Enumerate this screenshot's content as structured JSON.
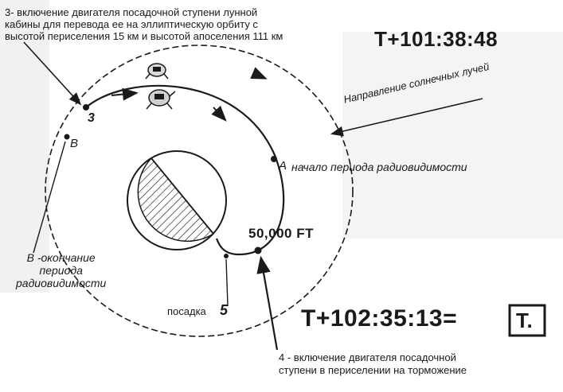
{
  "labels": {
    "event_3": "3- включение двигателя посадочной ступени лунной кабины для перевода ее на эллиптическую орбиту с высотой периселения 15 км и высотой апоселения 111 км",
    "event_3_lines": [
      "3- включение двигателя посадочной ступени лунной",
      "кабины для перевода ее на эллиптическую орбиту с",
      "высотой периселения 15 км и высотой апоселения 111 км"
    ],
    "time_top": "T+101:38:48",
    "sun_direction": "Направление солнечных лучей",
    "point_a": "A",
    "point_a_text": "начало периода радиовидимости",
    "point_b": "B",
    "point_b_text_lines": [
      "B -окончание",
      "периода",
      "радиовидимости"
    ],
    "point_3": "3",
    "point_5": "5",
    "altitude": "50,000 FT",
    "landing": "посадка",
    "time_bottom": "T+102:35:13=",
    "t_zero": "T.",
    "event_4_lines": [
      "4 - включение двигателя посадочной",
      "ступени в периселении на торможение"
    ]
  },
  "colors": {
    "ink": "#1a1a1a",
    "page": "#ffffff",
    "scan_gray": "#c8c8c8"
  },
  "icons": [
    "lunar-module-icon",
    "lunar-module-icon"
  ]
}
